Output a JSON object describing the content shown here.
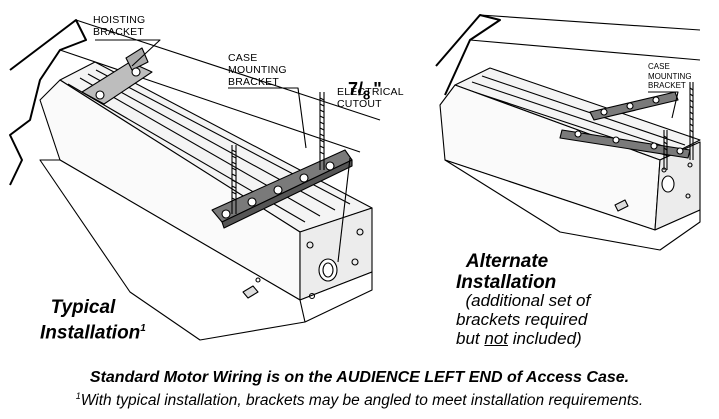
{
  "labels": {
    "hoisting_bracket": "HOISTING\nBRACKET",
    "case_mounting_bracket": "CASE\nMOUNTING\nBRACKET",
    "cutout_numerator": "7",
    "cutout_denominator": "8",
    "cutout_unit": "\"",
    "electrical_cutout": "ELECTRICAL\nCUTOUT",
    "alt_case_mounting_bracket": "CASE\nMOUNTING\nBRACKET"
  },
  "typical": {
    "line1": "Typical",
    "line2": "Installation",
    "footnote_mark": "1"
  },
  "alternate": {
    "line1": "Alternate",
    "line2": "Installation",
    "note1": "(additional set of",
    "note2": "brackets required",
    "note3_pre": "but ",
    "note3_underlined": "not",
    "note3_post": " included)"
  },
  "captions": {
    "main": "Standard Motor Wiring is on the AUDIENCE LEFT END of Access Case.",
    "footnote_mark": "1",
    "footnote": "With typical installation, brackets may be angled to meet installation requirements."
  }
}
